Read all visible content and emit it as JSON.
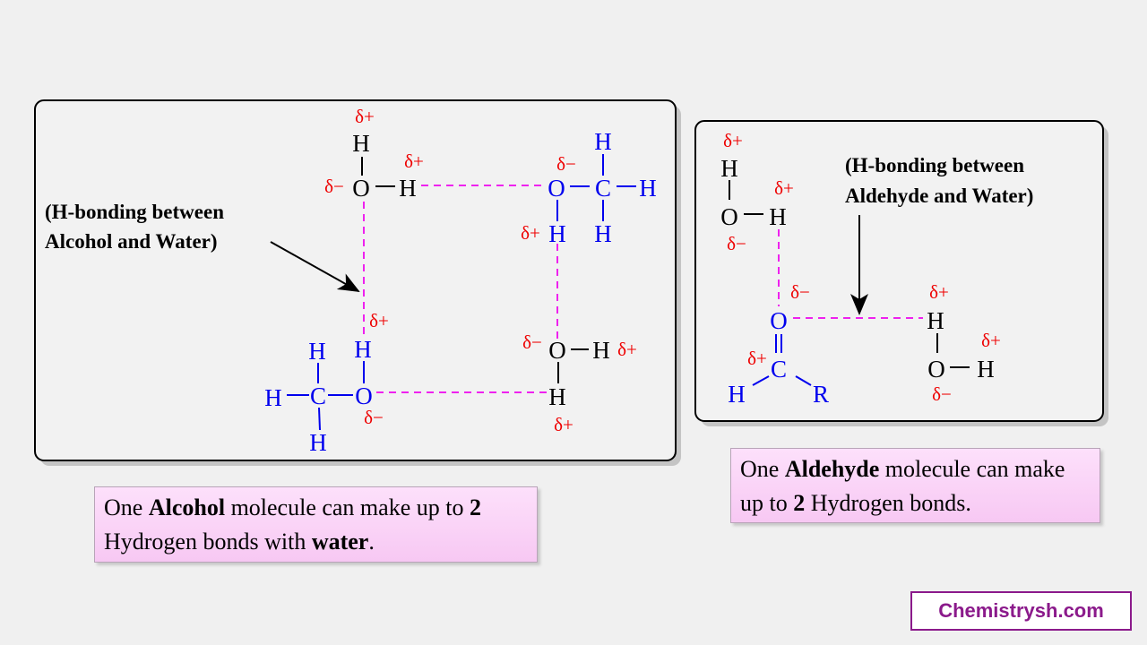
{
  "symbols": {
    "H": "H",
    "O": "O",
    "C": "C",
    "R": "R",
    "dplus": "δ+",
    "dminus": "δ−"
  },
  "colors": {
    "hbond": "#ee22ee",
    "partial_charge": "#ee0000",
    "molecule": "#0000ee",
    "water": "#000000",
    "logo": "#8b1a8b"
  },
  "alcohol_panel": {
    "label_line1": "(H-bonding between",
    "label_line2": "Alcohol and Water)"
  },
  "aldehyde_panel": {
    "label_line1": "(H-bonding between",
    "label_line2": "Aldehyde and Water)"
  },
  "caption_alcohol": {
    "p1": "One ",
    "b1": "Alcohol",
    "p2": " molecule can make up to ",
    "b2": "2",
    "p3": " Hydrogen bonds with ",
    "b3": "water",
    "p4": "."
  },
  "caption_aldehyde": {
    "p1": "One ",
    "b1": "Aldehyde",
    "p2": " molecule can make up to ",
    "b2": "2",
    "p3": " Hydrogen bonds."
  },
  "logo": {
    "text": "Chemistrysh.com"
  }
}
